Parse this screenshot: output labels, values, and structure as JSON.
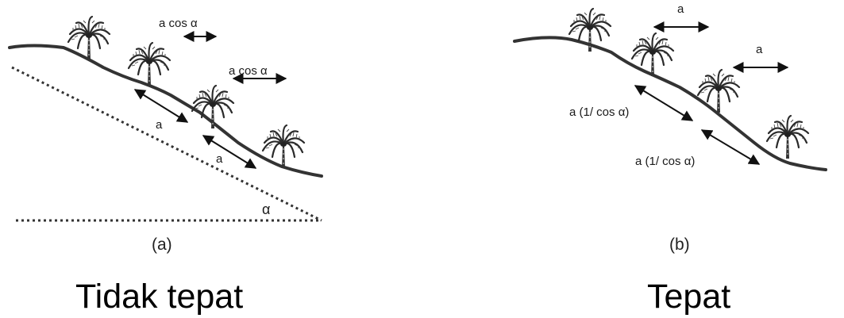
{
  "panel_a": {
    "spacing_label_1": "a cos α",
    "spacing_label_2": "a cos α",
    "slope_label_1": "a",
    "slope_label_2": "a",
    "angle_label": "α",
    "sub_label": "(a)",
    "caption": "Tidak tepat"
  },
  "panel_b": {
    "spacing_label_1": "a",
    "spacing_label_2": "a",
    "slope_label_1": "a  (1/ cos α)",
    "slope_label_2": "a  (1/ cos α)",
    "sub_label": "(b)",
    "caption": "Tepat"
  },
  "icons": [
    "palm-tree-icon",
    "double-arrow-icon"
  ]
}
